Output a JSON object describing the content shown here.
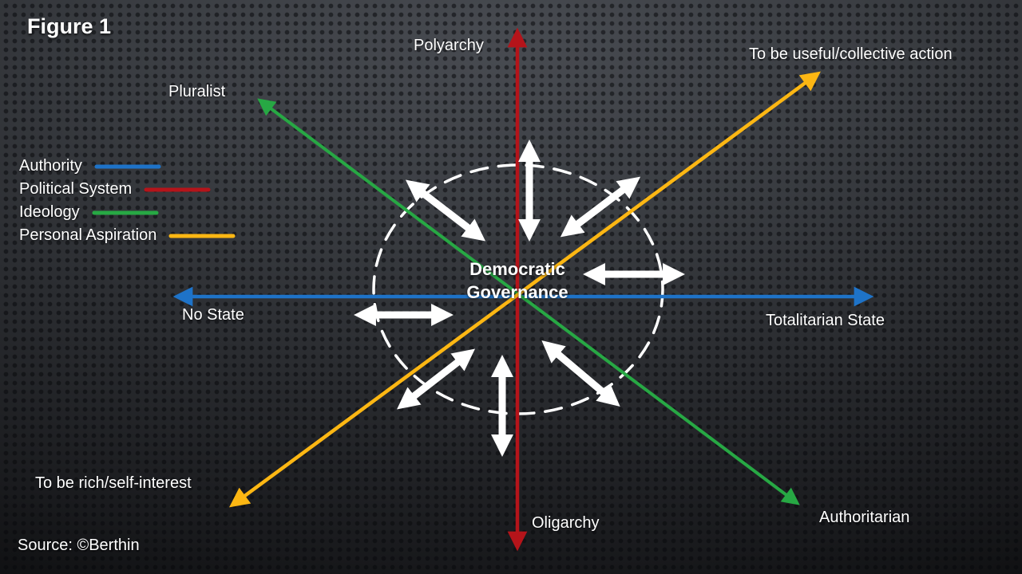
{
  "figure_title": "Figure 1",
  "source_text": "Source: ©Berthin",
  "center": {
    "line1": "Democratic",
    "line2": "Governance"
  },
  "colors": {
    "authority": "#1e73c8",
    "political_system": "#b5141a",
    "ideology": "#27a844",
    "personal_aspiration": "#fdb713",
    "radial_arrows": "#ffffff",
    "text": "#ffffff"
  },
  "legend": {
    "items": [
      {
        "label": "Authority"
      },
      {
        "label": "Political System"
      },
      {
        "label": "Ideology"
      },
      {
        "label": "Personal Aspiration"
      }
    ]
  },
  "axes": {
    "political_system": {
      "top_label": "Polyarchy",
      "bottom_label": "Oligarchy"
    },
    "personal_aspiration": {
      "top_label": "To be useful/collective action",
      "bottom_label": "To be rich/self-interest"
    },
    "ideology": {
      "top_label": "Pluralist",
      "bottom_label": "Authoritarian"
    },
    "authority": {
      "left_label": "No State",
      "right_label": "Totalitarian State"
    }
  }
}
